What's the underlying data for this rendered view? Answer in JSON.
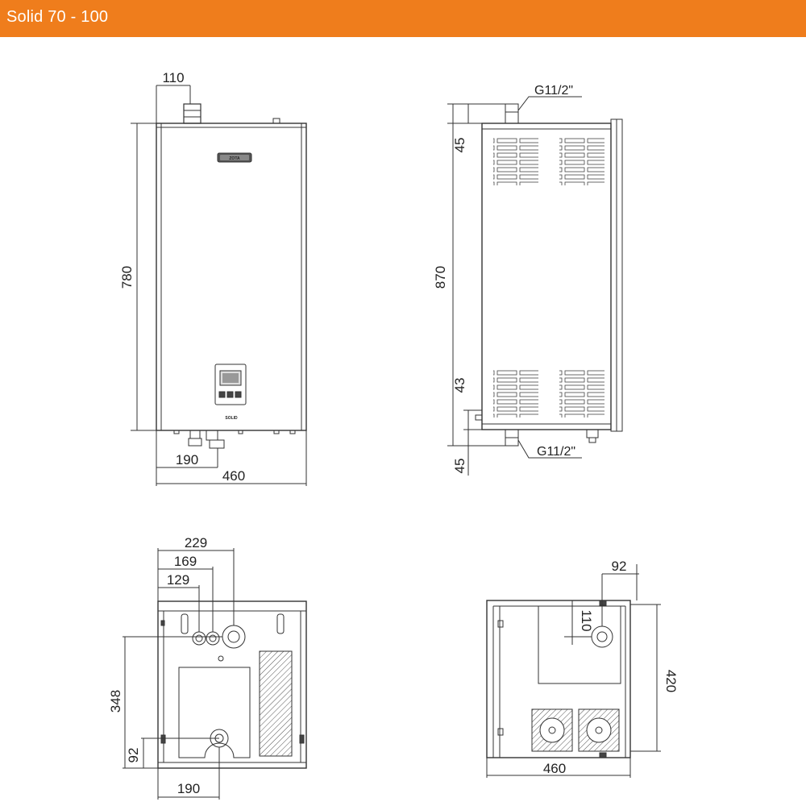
{
  "header": {
    "title": "Solid 70 - 100",
    "color": "#ef7d1c"
  },
  "front_view": {
    "dims": {
      "top_pipe": "110",
      "height": "780",
      "offset_pipe": "190",
      "width": "460"
    },
    "logo_text": "ZOTA",
    "model_text": "SOLID"
  },
  "side_view": {
    "dims": {
      "top_gap": "45",
      "height": "870",
      "bottom_gap_inner": "43",
      "bottom_gap_outer": "45"
    },
    "thread_labels": {
      "top": "G11/2\"",
      "bottom": "G11/2\""
    }
  },
  "bottom_view": {
    "dims": {
      "h229": "229",
      "h169": "169",
      "h129": "129",
      "v348": "348",
      "v92": "92",
      "h190": "190"
    }
  },
  "rear_view": {
    "dims": {
      "h92": "92",
      "v110": "110",
      "v420": "420",
      "h460": "460"
    }
  }
}
